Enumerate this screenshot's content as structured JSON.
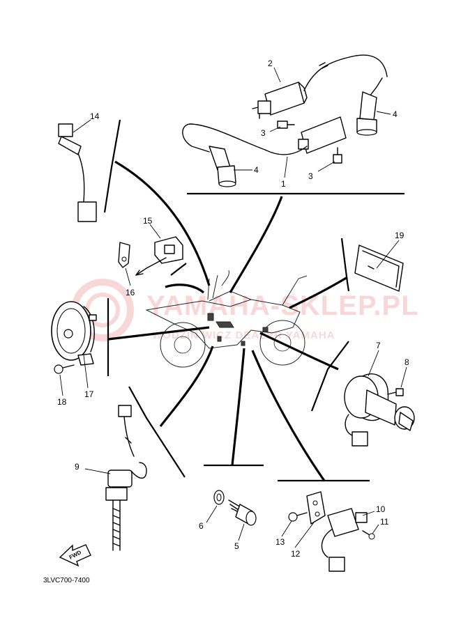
{
  "diagram_code": "3LVC700-7400",
  "watermark": {
    "title": "YAMAHA-SKLEP.PL",
    "subtitle": "WODZIŃ WICZ DEALER YAMAHA"
  },
  "fwd_label": "FWD",
  "callouts": {
    "c1": "1",
    "c2": "2",
    "c3a": "3",
    "c3b": "3",
    "c4a": "4",
    "c4b": "4",
    "c5": "5",
    "c6": "6",
    "c7": "7",
    "c8": "8",
    "c9": "9",
    "c10": "10",
    "c11": "11",
    "c12": "12",
    "c13": "13",
    "c14": "14",
    "c15": "15",
    "c16": "16",
    "c17": "17",
    "c18": "18",
    "c19": "19"
  },
  "colors": {
    "line": "#000000",
    "watermark": "#f2b8b8",
    "background": "#ffffff"
  }
}
